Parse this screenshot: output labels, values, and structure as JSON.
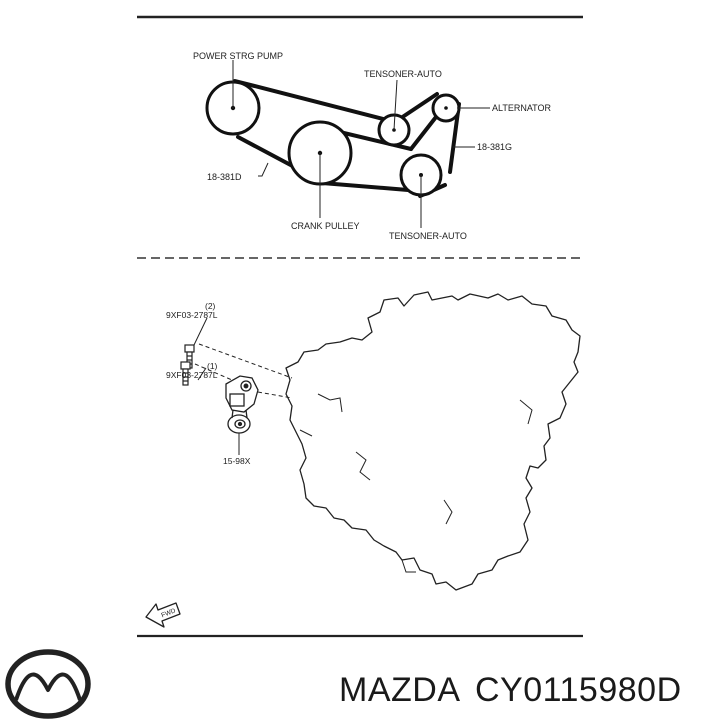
{
  "belt_diagram": {
    "labels": {
      "power_steering_pump": "POWER STRG PUMP",
      "tensioner_auto_top": "TENSONER-AUTO",
      "alternator": "ALTERNATOR",
      "belt_g": "18-381G",
      "belt_d": "18-381D",
      "crank_pulley": "CRANK PULLEY",
      "tensioner_auto_bottom": "TENSONER-AUTO"
    }
  },
  "engine_diagram": {
    "labels": {
      "bolt_2_callout": "(2)",
      "bolt_2_part": "9XF03-2787L",
      "bolt_1_callout": "(1)",
      "bolt_1_part": "9XF03-2787L",
      "tensioner_part": "15-98X",
      "fwd_arrow": "FWD"
    }
  },
  "footer": {
    "brand": "MAZDA",
    "part_number": "CY0115980D"
  }
}
